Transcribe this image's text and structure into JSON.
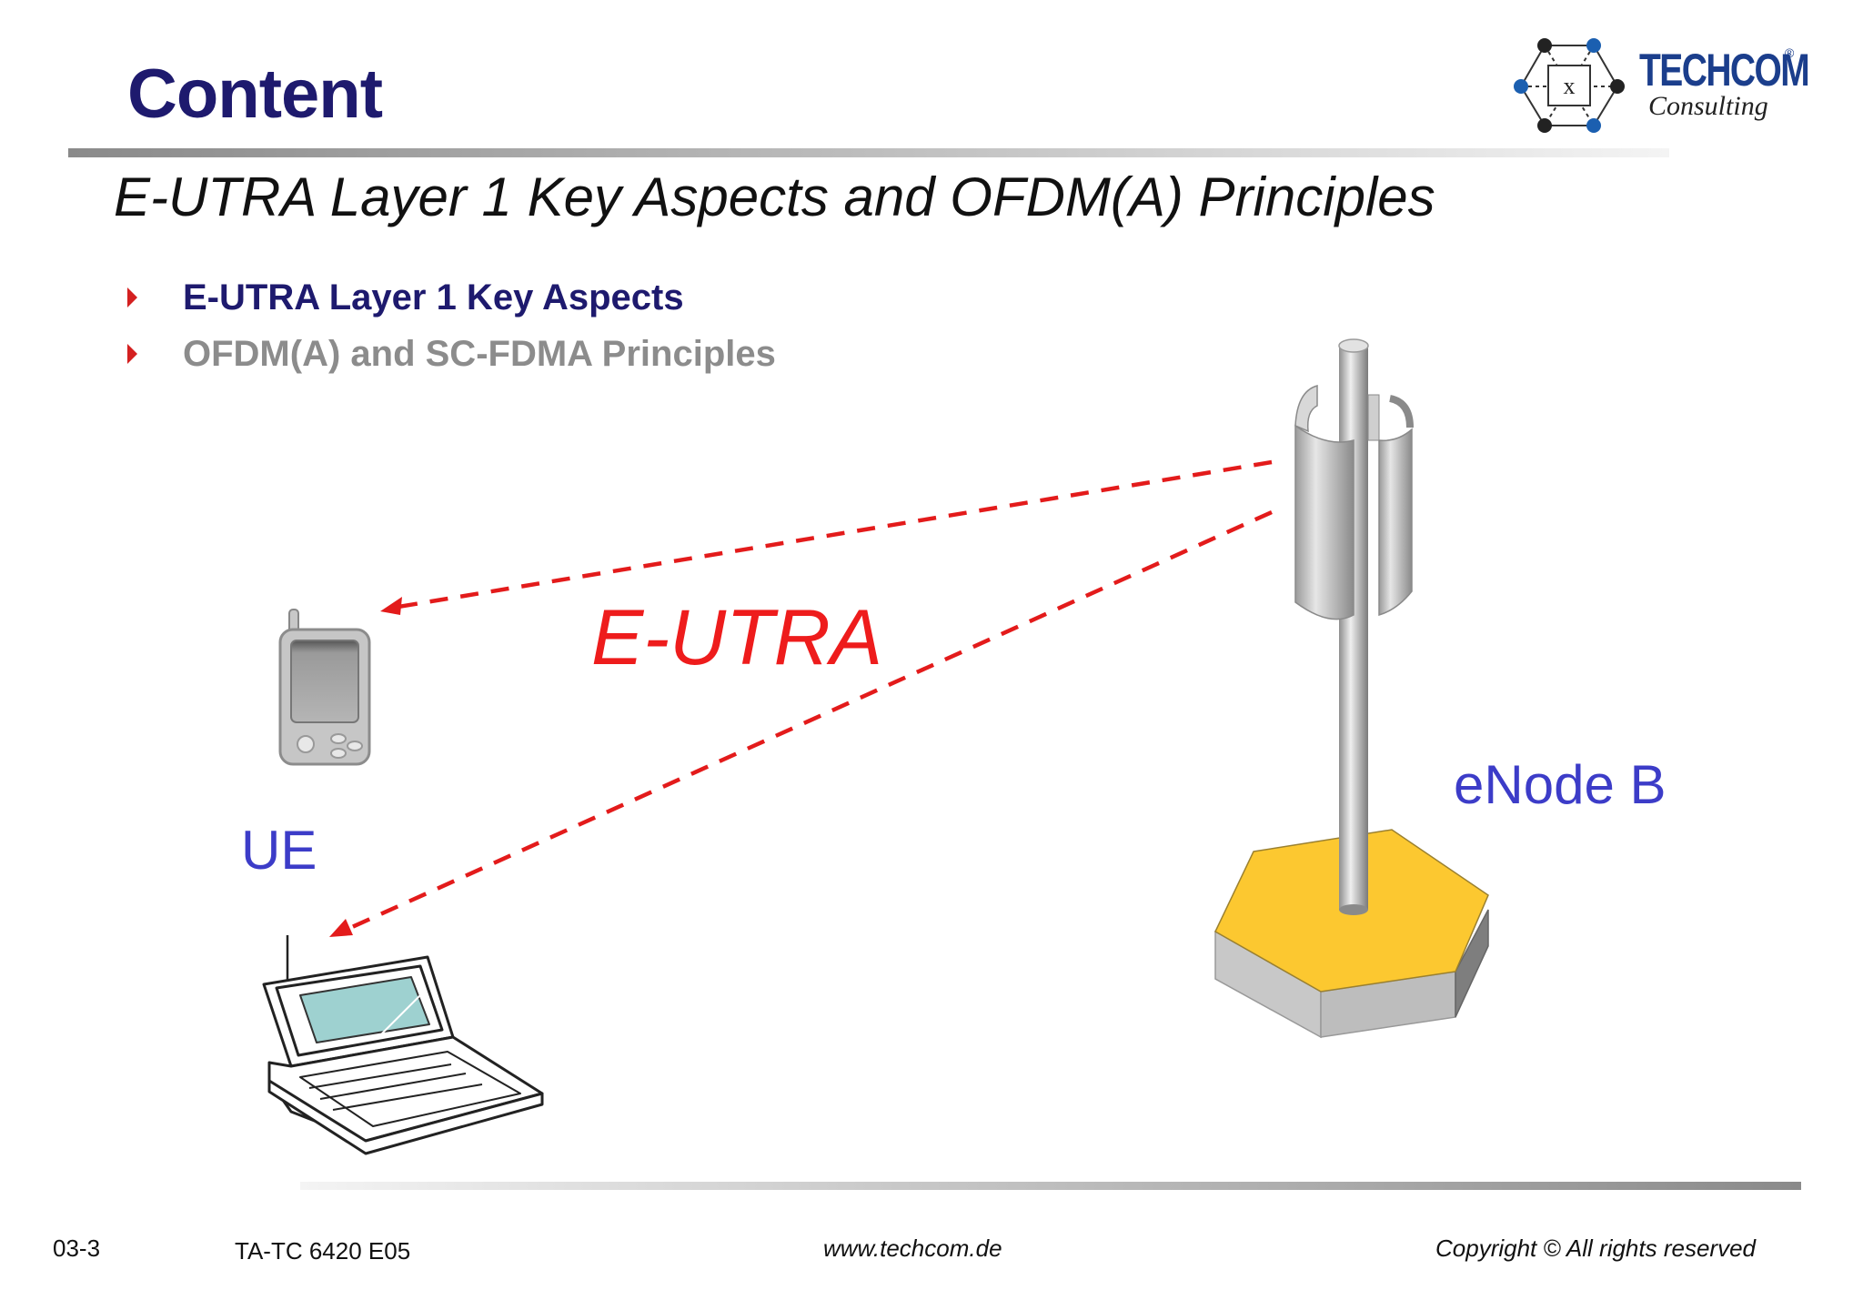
{
  "header": {
    "title": "Content",
    "subtitle": "E-UTRA Layer 1 Key Aspects and OFDM(A) Principles"
  },
  "logo": {
    "name": "TECHCOM",
    "registered": "®",
    "tagline": "Consulting"
  },
  "bullets": [
    {
      "label": "E-UTRA Layer 1 Key Aspects",
      "state": "active"
    },
    {
      "label": "OFDM(A) and SC-FDMA Principles",
      "state": "inactive"
    }
  ],
  "diagram": {
    "link_label": "E-UTRA",
    "ue_label": "UE",
    "enodeb_label": "eNode B"
  },
  "footer": {
    "page": "03-3",
    "course": "TA-TC 6420 E05",
    "url": "www.techcom.de",
    "copyright": "Copyright ©  All rights reserved"
  },
  "colors": {
    "title": "#1e1a6e",
    "accent_red": "#ee1c1c",
    "label_blue": "#3c3cc8",
    "base_yellow": "#fcc830"
  }
}
